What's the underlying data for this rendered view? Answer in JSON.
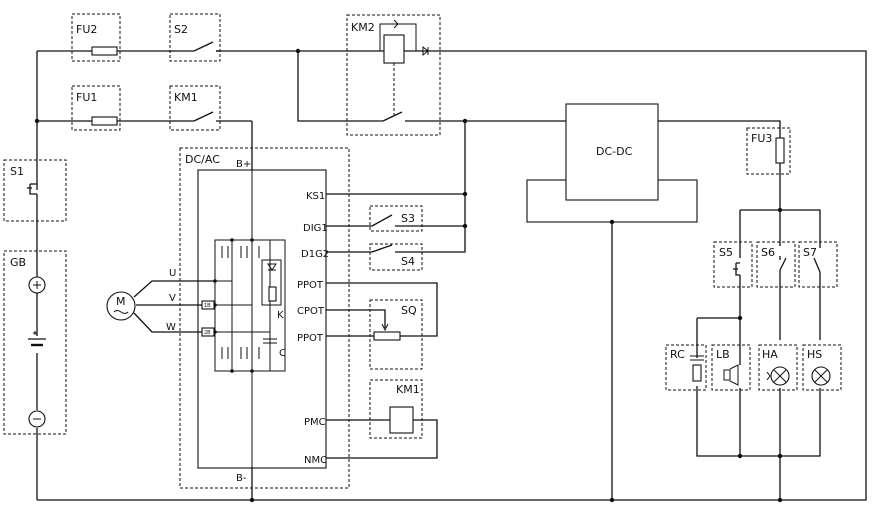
{
  "components": {
    "fu2": "FU2",
    "s2": "S2",
    "km2": "KM2",
    "fu1": "FU1",
    "km1_top": "KM1",
    "s1": "S1",
    "gb": "GB",
    "dcac": "DC/AC",
    "b_plus": "B+",
    "b_minus": "B-",
    "motor": "M",
    "phase_u": "U",
    "phase_v": "V",
    "phase_w": "W",
    "sensor_v": "1B",
    "sensor_w": "2B",
    "k": "K",
    "c": "C",
    "dcdc": "DC-DC",
    "fu3": "FU3",
    "s3": "S3",
    "s4": "S4",
    "sq": "SQ",
    "km1_coil": "KM1",
    "s5": "S5",
    "s6": "S6",
    "s7": "S7",
    "rc": "RC",
    "lb": "LB",
    "ha": "HA",
    "hs": "HS"
  },
  "terminals": {
    "ks1": "KS1",
    "dig1": "DIG1",
    "d1g2": "D1G2",
    "ppot1": "PPOT",
    "cpot": "CPOT",
    "ppot2": "PPOT",
    "pmc": "PMC",
    "nmc": "NMC"
  }
}
